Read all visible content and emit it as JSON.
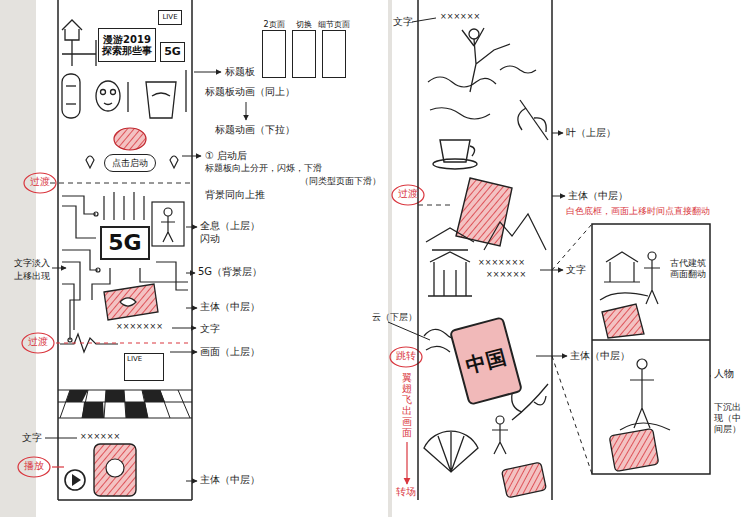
{
  "diagram": {
    "nodes": [
      {
        "text": [
          "漫游2019 探索那些事"
        ]
      },
      {
        "text": [
          "5G"
        ]
      },
      {
        "text": [
          "LIVE"
        ]
      },
      {
        "text": [
          "点击启动"
        ]
      },
      {
        "text": [
          "2页面"
        ]
      },
      {
        "text": [
          "切换"
        ]
      },
      {
        "text": [
          "细节页面"
        ]
      },
      {
        "text": [
          "5G"
        ]
      },
      {
        "text": [
          "LIVE"
        ]
      },
      {
        "text": [
          "中国"
        ]
      }
    ],
    "labels": [
      "标题板",
      "标题板动画（同上）",
      "标题动画（下拉）",
      "① 启动后",
      "标题板向上分开，闪烁，下滑",
      "（同类型页面下滑）",
      "背景同向上推",
      "过渡",
      "全息（上层）",
      "闪动",
      "5G（背景层）",
      "文字淡入",
      "上移出现",
      "主体（中层）",
      "×××××××",
      "文字",
      "画面（上层）",
      "过渡",
      "文字",
      "××××××",
      "播放",
      "主体（中层）",
      "文字",
      "××××××",
      "叶（上层）",
      "过渡",
      "主体（中层）",
      "白色底框，画面上移时间点直接翻动",
      "×××××××",
      "××××××",
      "文字",
      "古代建筑画面翻动",
      "云（下层）",
      "主体（中层）",
      "跳转",
      "翼翅飞出画面",
      "转场",
      "人物",
      "下沉出现（中间层）"
    ]
  }
}
